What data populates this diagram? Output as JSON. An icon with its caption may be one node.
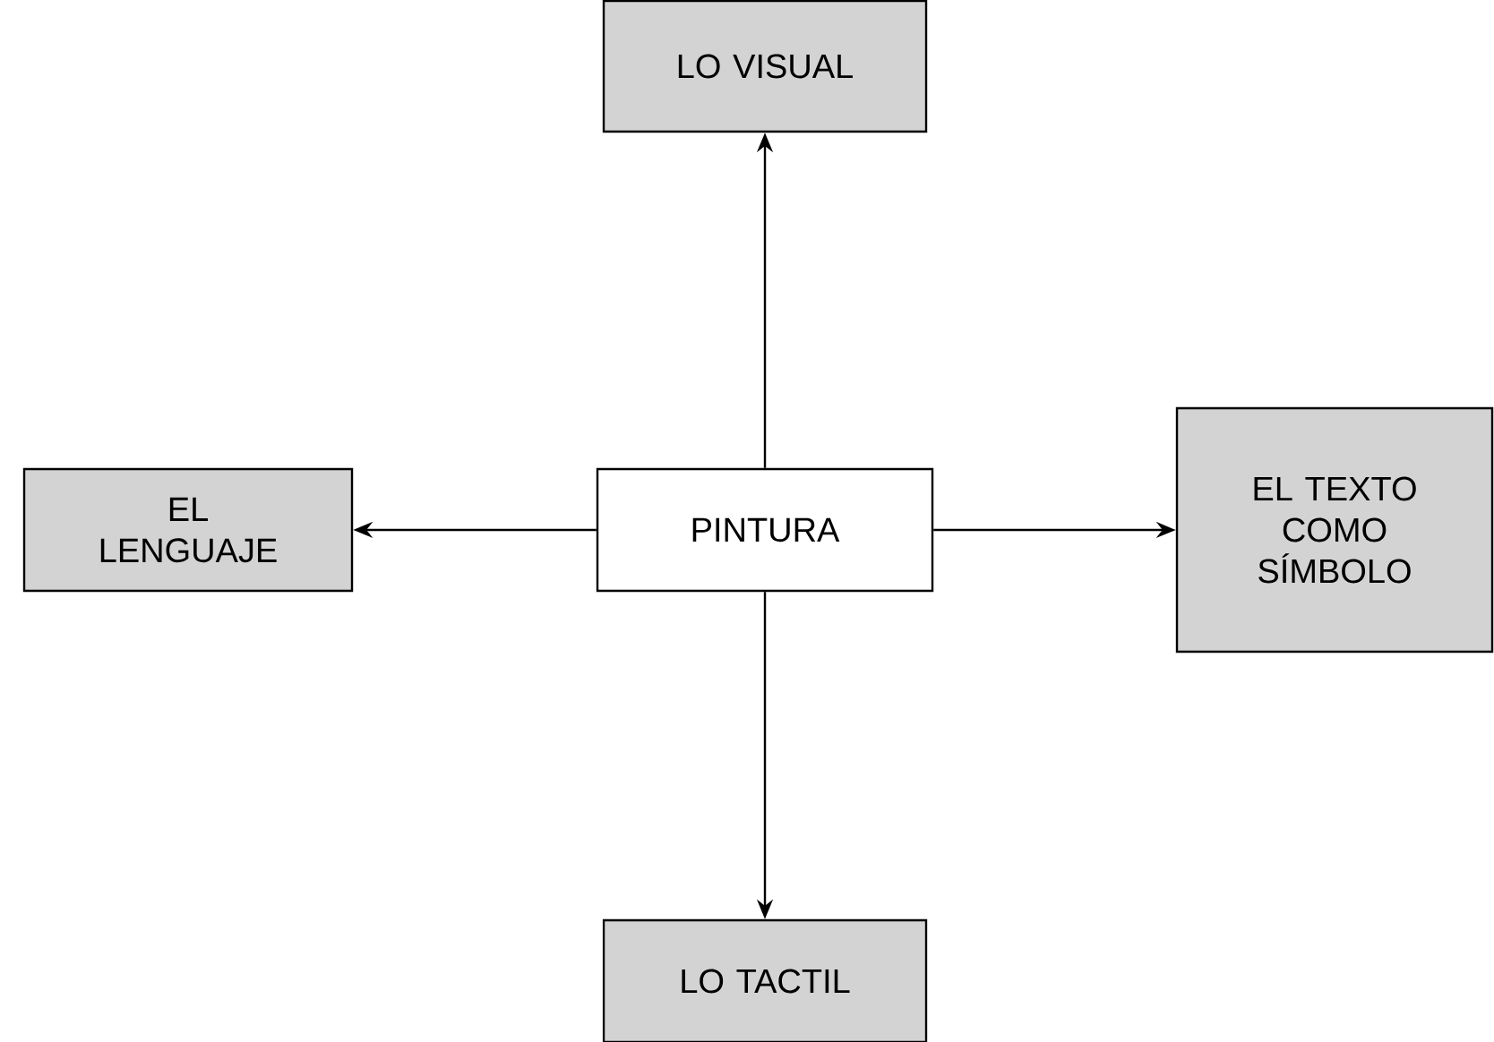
{
  "diagram": {
    "nodes": [
      {
        "text": [
          "LO VISUAL"
        ]
      },
      {
        "text": [
          "EL LENGUAJE"
        ]
      },
      {
        "text": [
          "PINTURA"
        ]
      },
      {
        "text": [
          "EL TEXTO COMO SÍMBOLO"
        ]
      },
      {
        "text": [
          "LO TACTIL"
        ]
      }
    ],
    "edges": [
      {
        "from": 2,
        "to": 0,
        "arrow": "to"
      },
      {
        "from": 2,
        "to": 1,
        "arrow": "to"
      },
      {
        "from": 2,
        "to": 3,
        "arrow": "to"
      },
      {
        "from": 2,
        "to": 4,
        "arrow": "to"
      }
    ]
  }
}
